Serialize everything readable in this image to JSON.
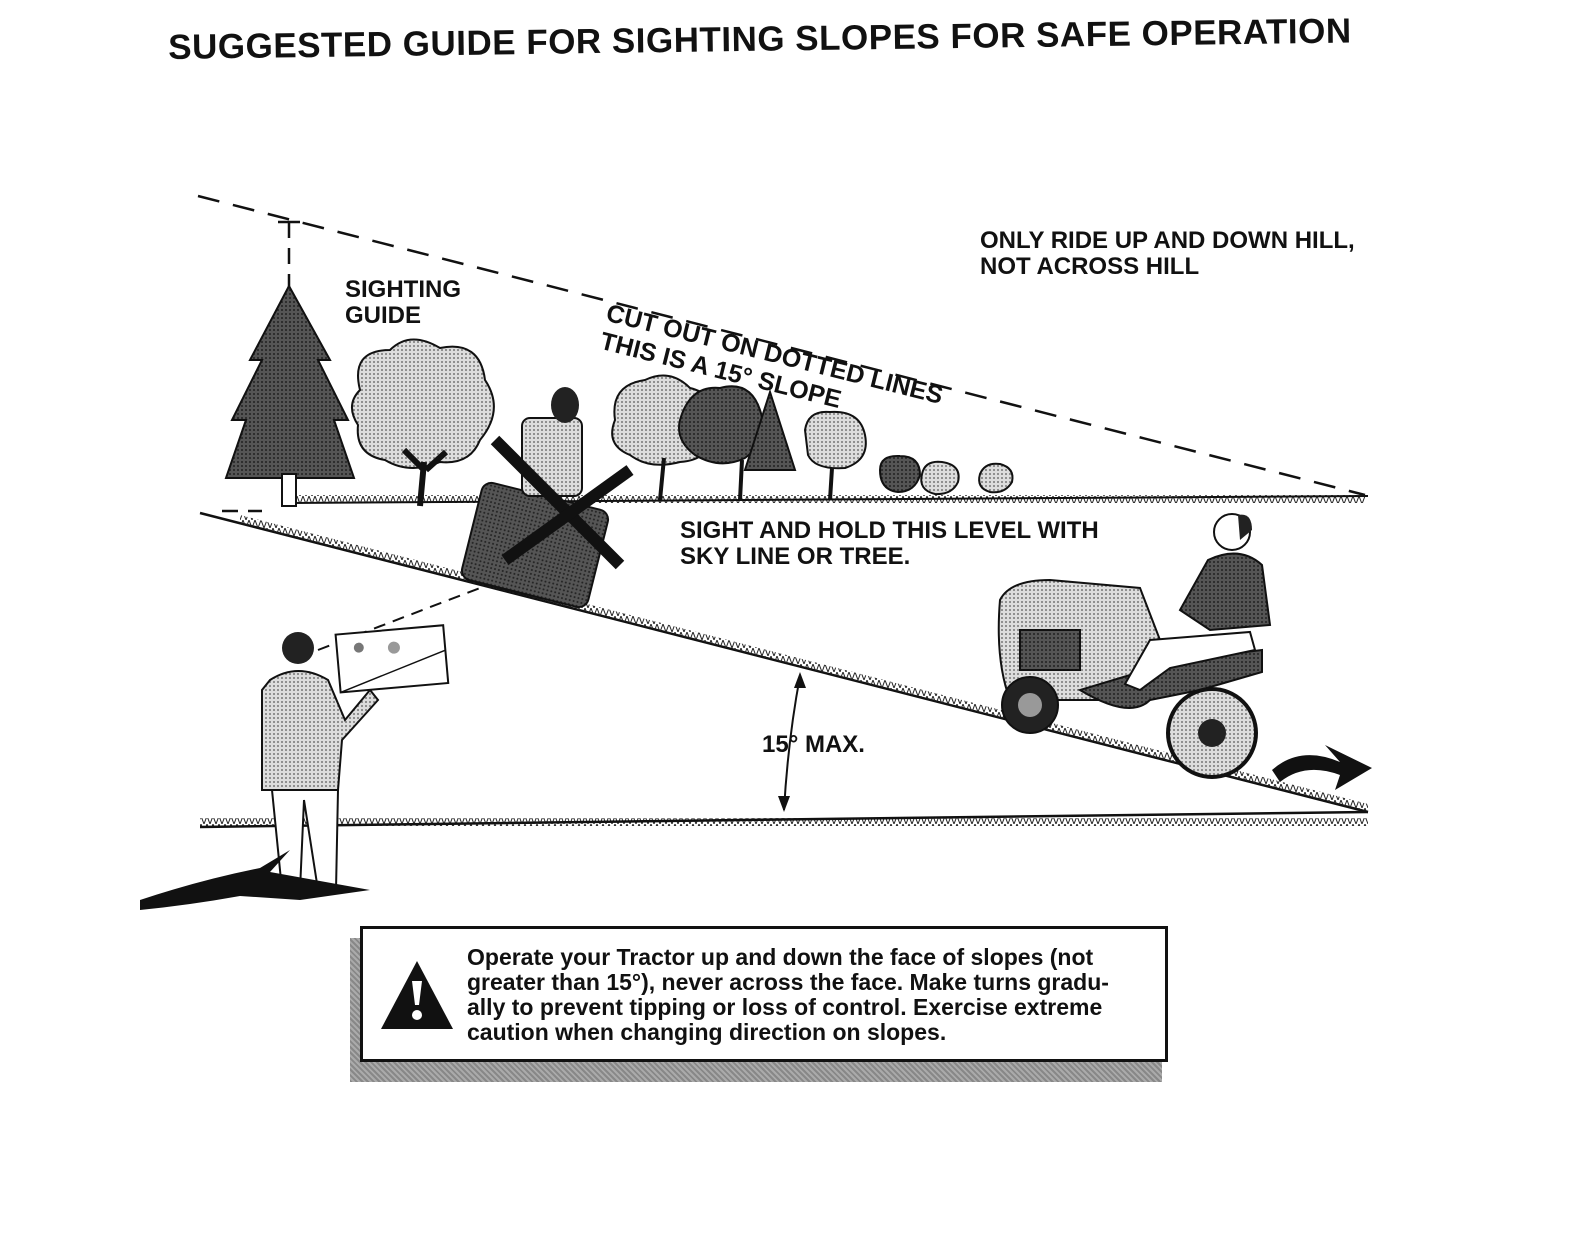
{
  "title": "SUGGESTED GUIDE FOR SIGHTING SLOPES FOR SAFE OPERATION",
  "labels": {
    "sighting_guide": [
      "SIGHTING",
      "GUIDE"
    ],
    "only_ride": [
      "ONLY RIDE UP AND DOWN HILL,",
      "NOT ACROSS HILL"
    ],
    "cut_out": "CUT OUT ON DOTTED LINES",
    "this_is": "THIS IS A 15° SLOPE",
    "sight_hold": [
      "SIGHT AND HOLD THIS LEVEL WITH",
      "SKY LINE OR TREE."
    ],
    "max": "15° MAX."
  },
  "warning": {
    "icon": "warning-triangle-icon",
    "lines": [
      "Operate your Tractor up and down the face of slopes (not",
      "greater than 15°), never across the face. Make turns gradu-",
      "ally to prevent tipping or loss of control. Exercise extreme",
      "caution when changing direction on slopes."
    ]
  },
  "colors": {
    "ink": "#111111",
    "shade": "#777777",
    "light": "#bbbbbb"
  }
}
